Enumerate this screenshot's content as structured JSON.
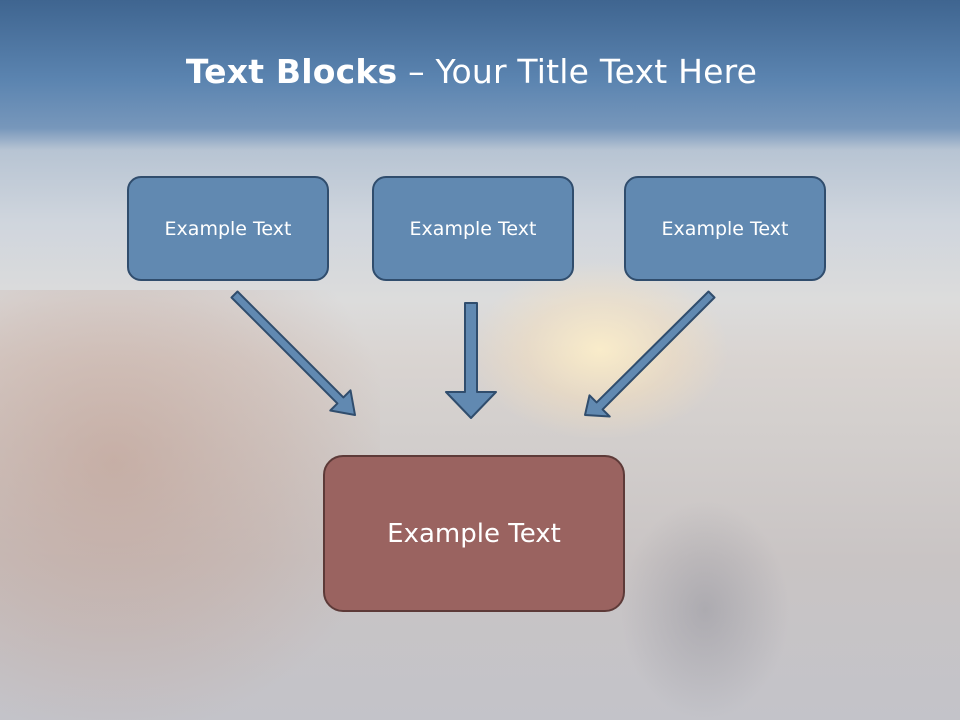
{
  "slide": {
    "title_bold": "Text Blocks",
    "title_rest": " – Your Title Text Here",
    "top_boxes": [
      {
        "label": "Example Text"
      },
      {
        "label": "Example Text"
      },
      {
        "label": "Example Text"
      }
    ],
    "bottom_box": {
      "label": "Example Text"
    }
  },
  "colors": {
    "top_box_fill": "#6189b1",
    "top_box_border": "#304d6d",
    "bottom_box_fill": "#9a6360",
    "arrow_fill": "#6189b1"
  }
}
